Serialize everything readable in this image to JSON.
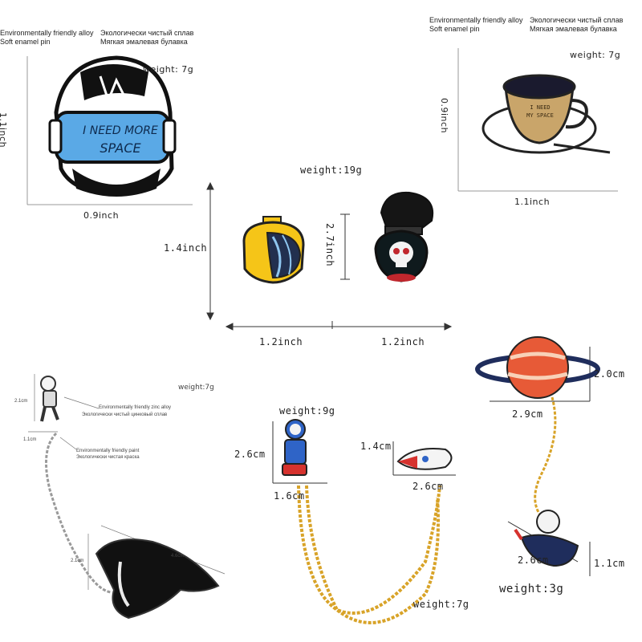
{
  "pin1": {
    "alloy_en": "Environmentally friendly alloy",
    "enamel_en": "Soft enamel pin",
    "alloy_ru": "Экологически чистый сплав",
    "enamel_ru": "Мягкая эмалевая булавка",
    "weight": "weight: 7g",
    "height": "1.1inch",
    "width": "0.9inch",
    "visor_text_1": "I NEED MORE",
    "visor_text_2": "SPACE"
  },
  "pin2": {
    "alloy_en": "Environmentally friendly alloy",
    "enamel_en": "Soft enamel pin",
    "alloy_ru": "Экологически чистый сплав",
    "enamel_ru": "Мягкая эмалевая булавка",
    "weight": "weight: 7g",
    "height": "0.9inch",
    "width": "1.1inch",
    "cup_text_1": "I NEED",
    "cup_text_2": "MY SPACE"
  },
  "pin3": {
    "weight": "weight:19g",
    "height_left": "1.4inch",
    "height_right": "2.7inch",
    "width_left": "1.2inch",
    "width_right": "1.2inch"
  },
  "pin4": {
    "weight": "weight:7g",
    "astronaut_height": "2.1cm",
    "astronaut_width": "1.1cm",
    "zinc_en": "Environmentally friendly zinc alloy",
    "zinc_ru": "Экологически чистый цинковый сплав",
    "paint_en": "Environmentally friendly paint",
    "paint_ru": "Экологически чистая краска",
    "whale_height": "2.1cm",
    "whale_width": "4.6cm"
  },
  "pin5": {
    "weight_top": "weight:9g",
    "astronaut_height": "2.6cm",
    "astronaut_width": "1.6cm",
    "rocket_height": "1.4cm",
    "rocket_width": "2.6cm",
    "weight_bottom": "weight:7g"
  },
  "pin6": {
    "planet_height": "2.0cm",
    "planet_width": "2.9cm",
    "astronaut_width": "2.6cm",
    "astronaut_height": "1.1cm",
    "weight": "weight:3g"
  }
}
